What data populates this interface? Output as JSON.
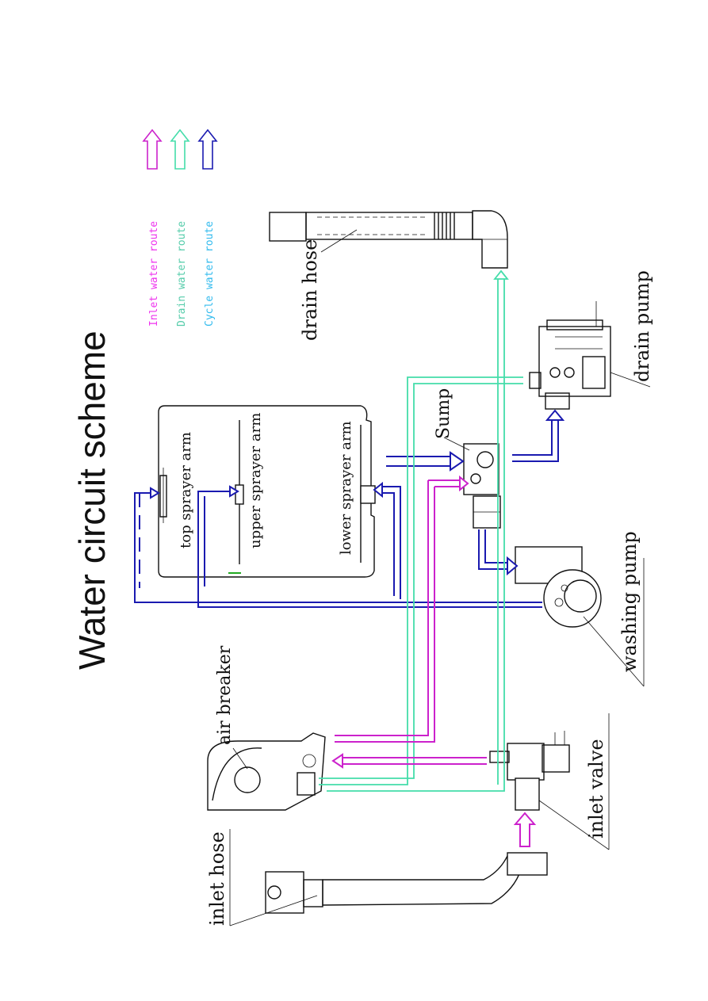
{
  "title": "Water circuit scheme",
  "legend": {
    "inlet": "Inlet water route",
    "drain": "Drain water route",
    "cycle": "Cycle water route"
  },
  "labels": {
    "drain_hose": "drain hose",
    "drain_pump": "drain pump",
    "sump": "Sump",
    "top_sprayer_arm": "top sprayer arm",
    "upper_sprayer_arm": "upper sprayer arm",
    "lower_sprayer_arm": "lower sprayer arm",
    "washing_pump": "washing pump",
    "air_breaker": "air breaker",
    "inlet_valve": "inlet valve",
    "inlet_hose": "inlet hose"
  },
  "colors": {
    "inlet": "#cc22cc",
    "drain": "#44ddaa",
    "cycle": "#1a1ab0",
    "legend_inlet": "#ee33ee",
    "legend_drain": "#55ccaa",
    "legend_cycle": "#33bbee"
  }
}
